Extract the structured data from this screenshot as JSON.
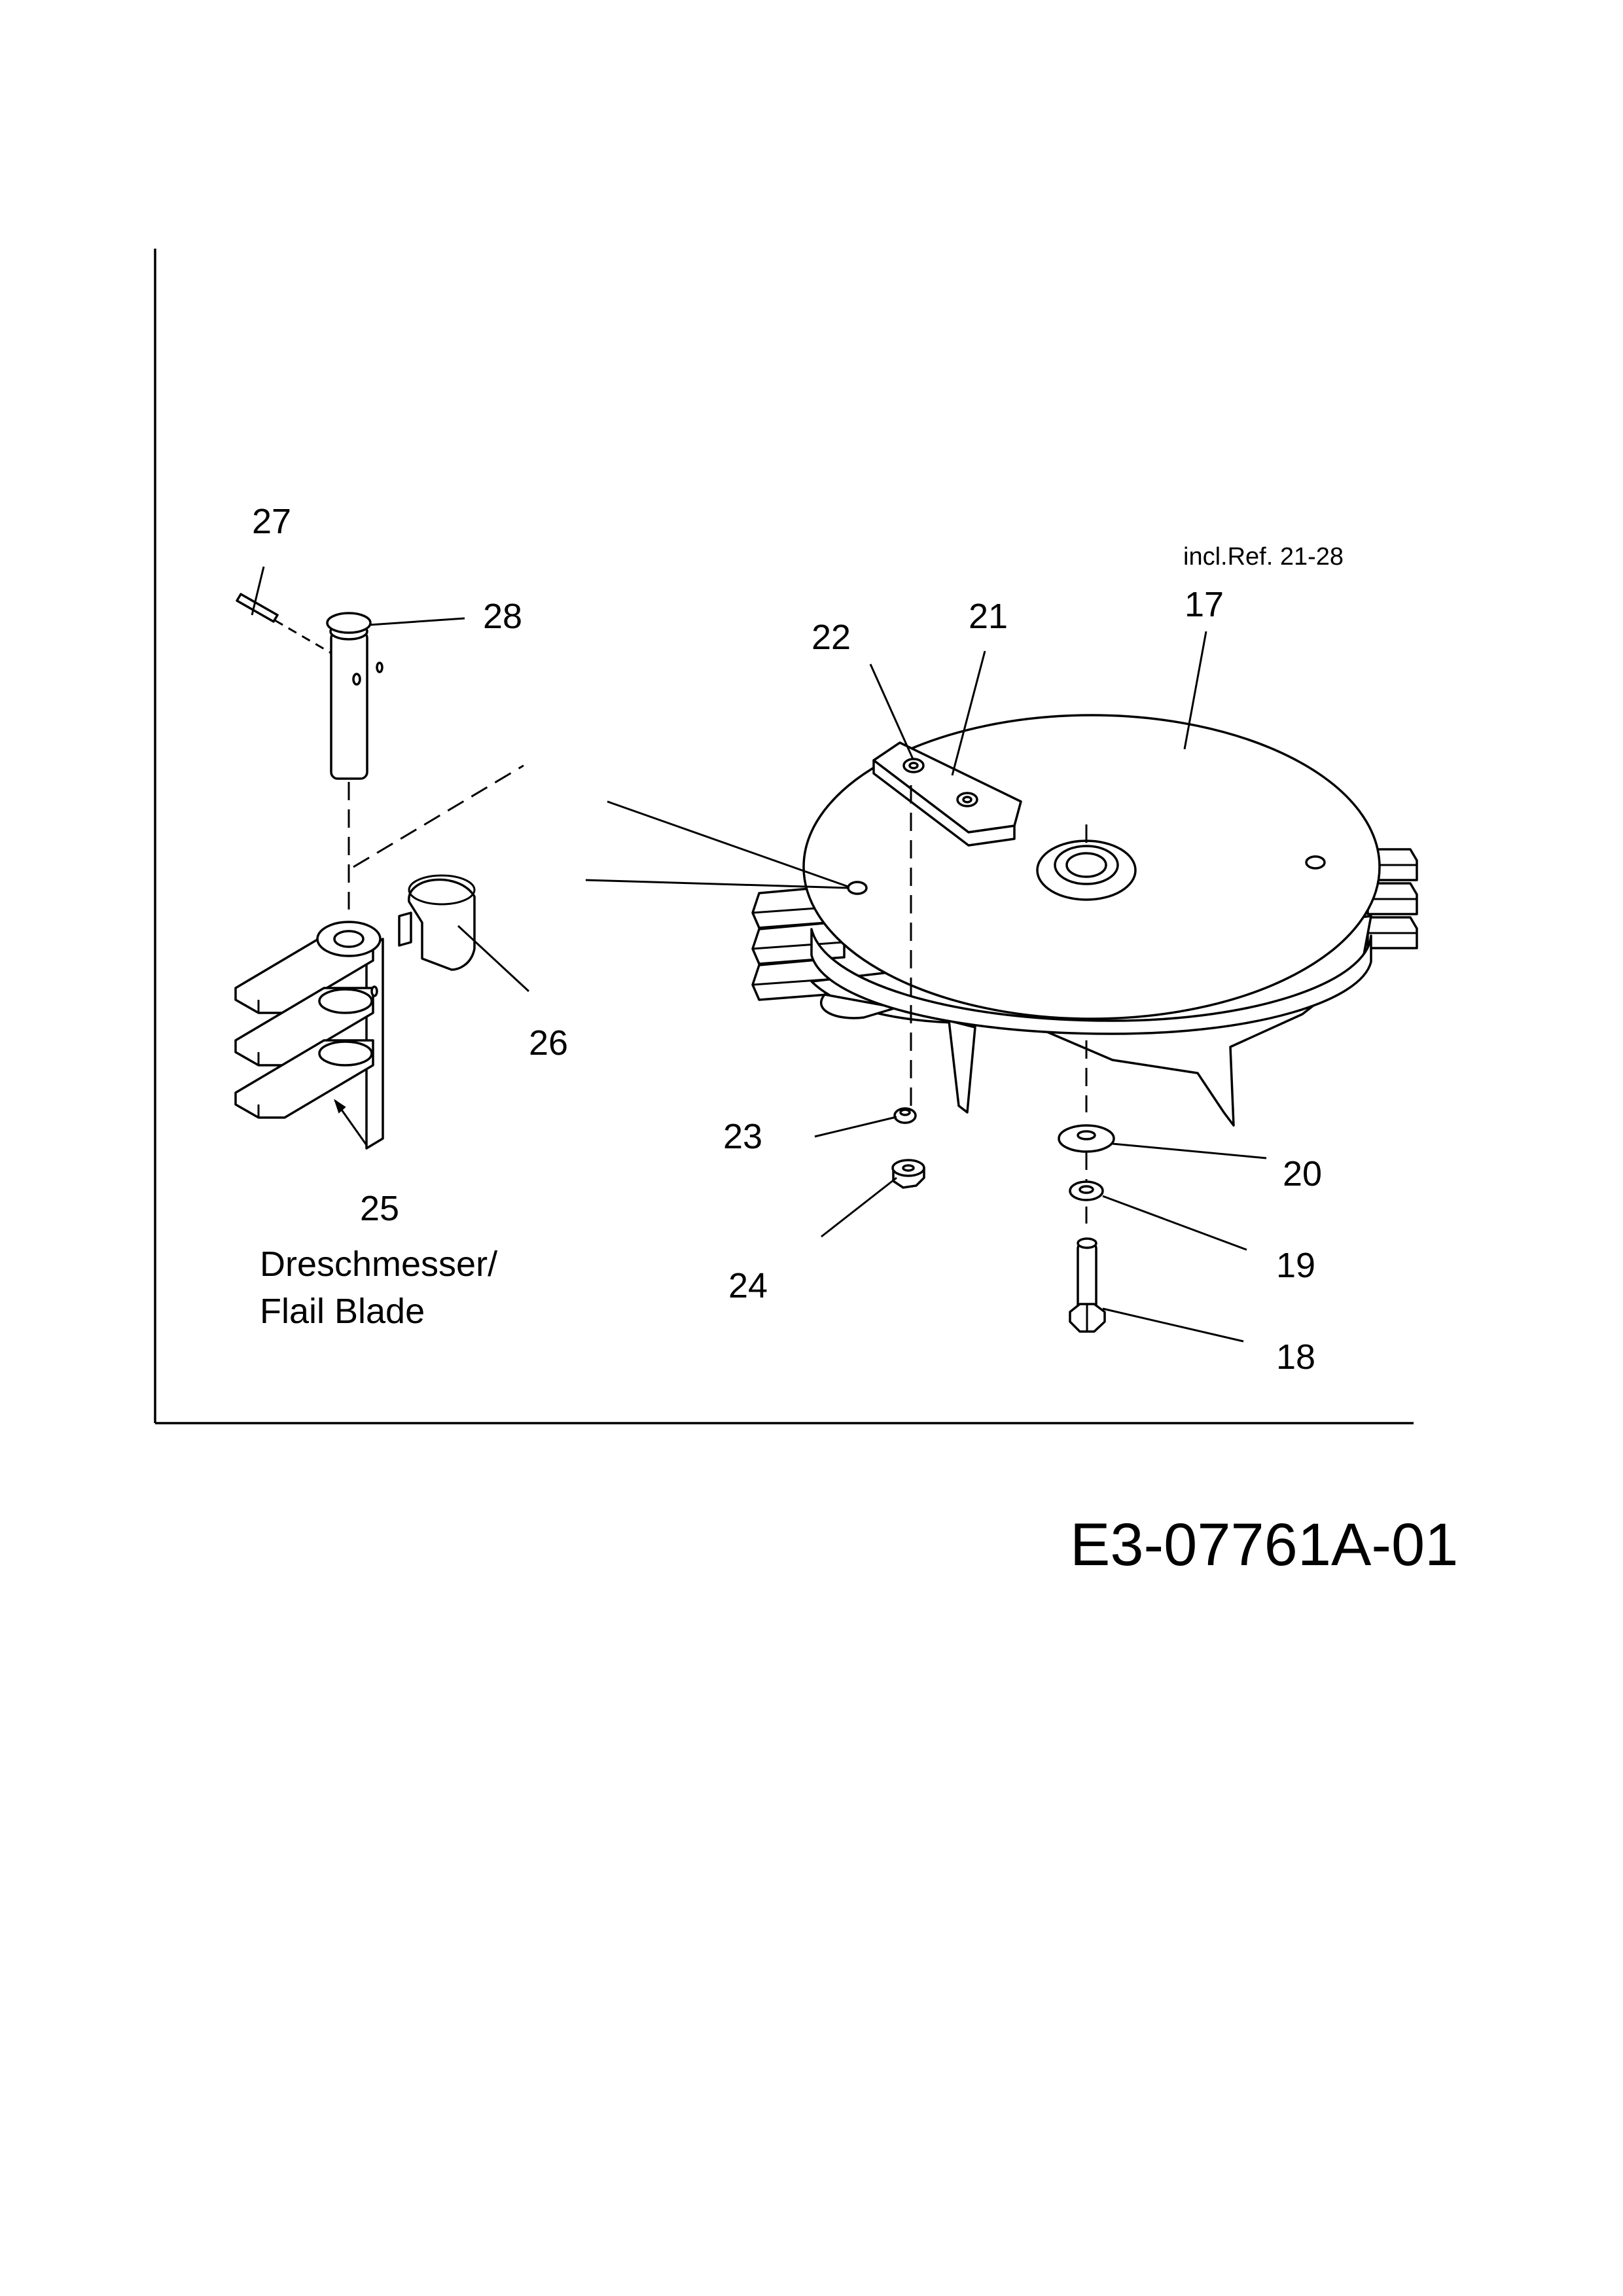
{
  "diagram": {
    "callouts": {
      "c17": "17",
      "c18": "18",
      "c19": "19",
      "c20": "20",
      "c21": "21",
      "c22": "22",
      "c23": "23",
      "c24": "24",
      "c25": "25",
      "c26": "26",
      "c27": "27",
      "c28": "28"
    },
    "note_incl": "incl.Ref. 21-28",
    "blade_label_de": "Dreschmesser/",
    "blade_label_en": "Flail Blade",
    "drawing_code": "E3-07761A-01"
  }
}
